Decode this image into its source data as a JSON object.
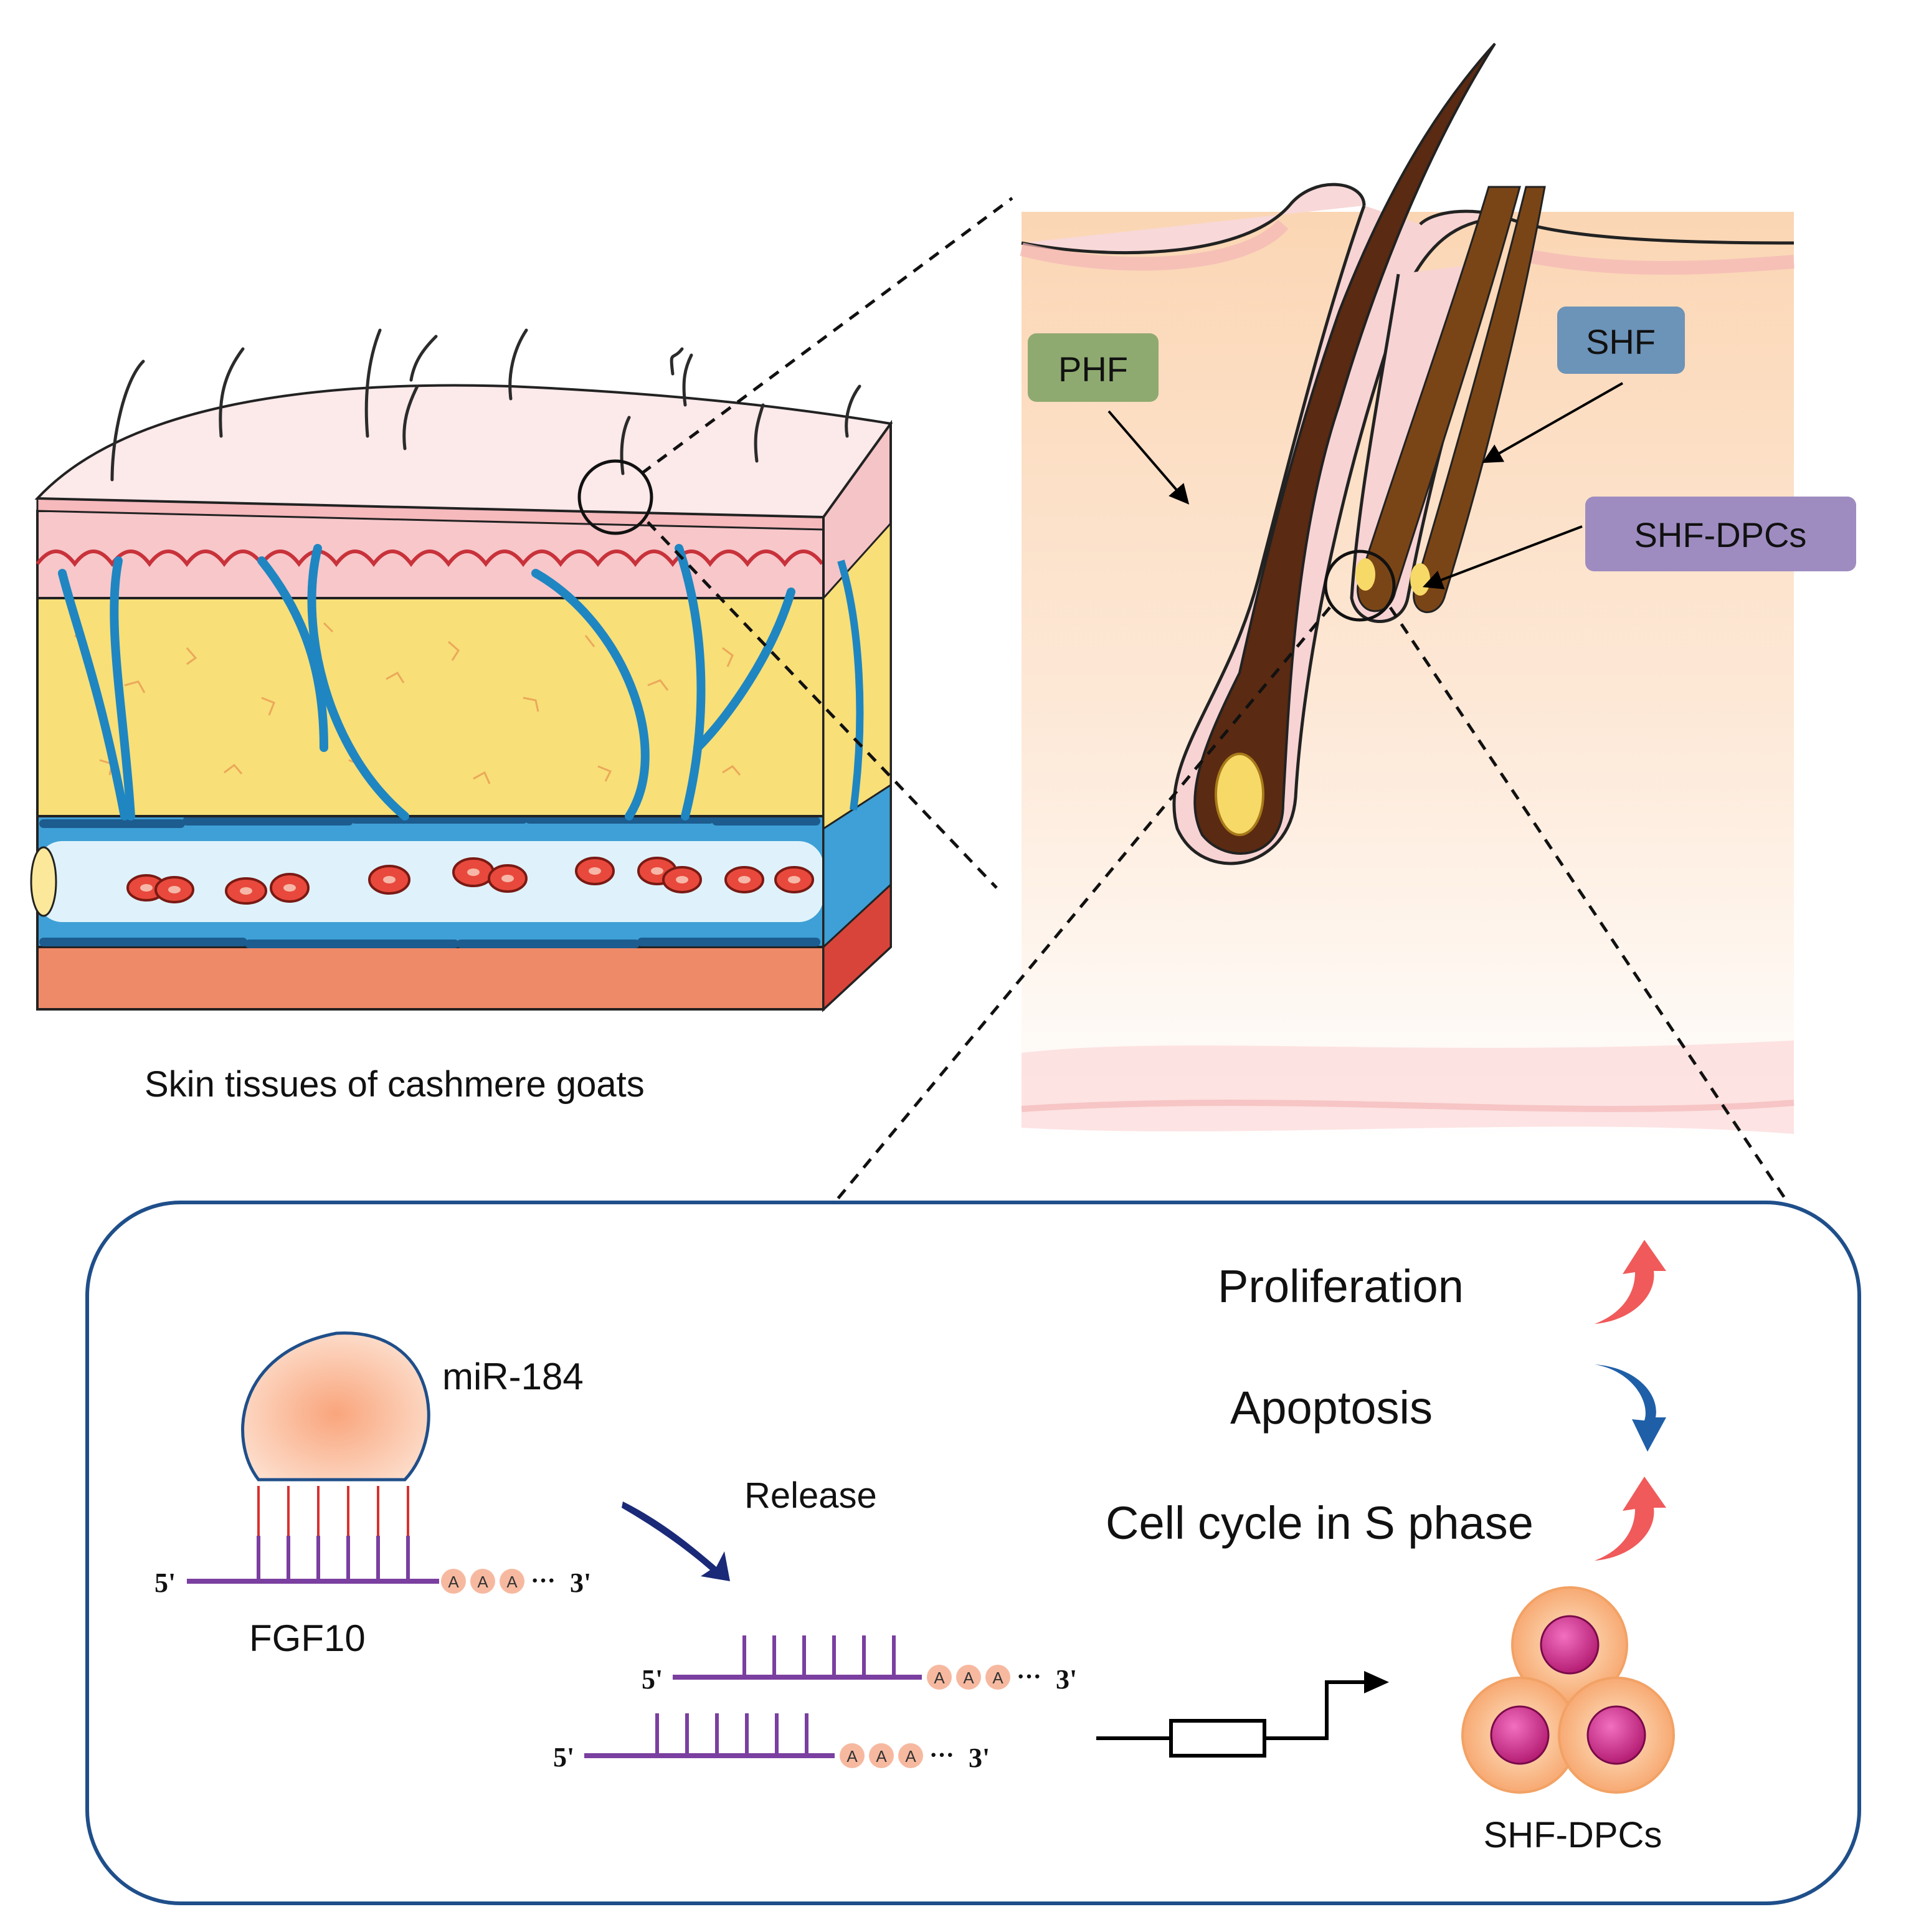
{
  "skin_panel": {
    "caption": "Skin tissues of cashmere goats"
  },
  "follicle_panel": {
    "labels": {
      "phf": "PHF",
      "shf": "SHF",
      "shf_dpcs": "SHF-DPCs"
    }
  },
  "mechanism_panel": {
    "mirna_label": "miR-184",
    "gene_label": "FGF10",
    "release_label": "Release",
    "five_prime": "5'",
    "three_prime": "3'",
    "poly_a": "A",
    "ellipsis": "···",
    "cell_label": "SHF-DPCs",
    "effects": [
      {
        "label": "Proliferation",
        "direction": "up"
      },
      {
        "label": "Apoptosis",
        "direction": "down"
      },
      {
        "label": "Cell cycle in S phase",
        "direction": "up"
      }
    ]
  },
  "colors": {
    "label_phf": "#8faa70",
    "label_shf": "#6c93b8",
    "label_shf_dpcs": "#9e8cc0",
    "mrna_purple": "#7a3fa0",
    "pairing_red": "#d8322f",
    "panel_border": "#1f4f8a",
    "up_arrow": "#f05a5a",
    "down_arrow": "#1f5fa8",
    "vessel_blue": "#1f86c2",
    "fat_yellow": "#f8df78",
    "hair_brown": "#5a2a12"
  }
}
